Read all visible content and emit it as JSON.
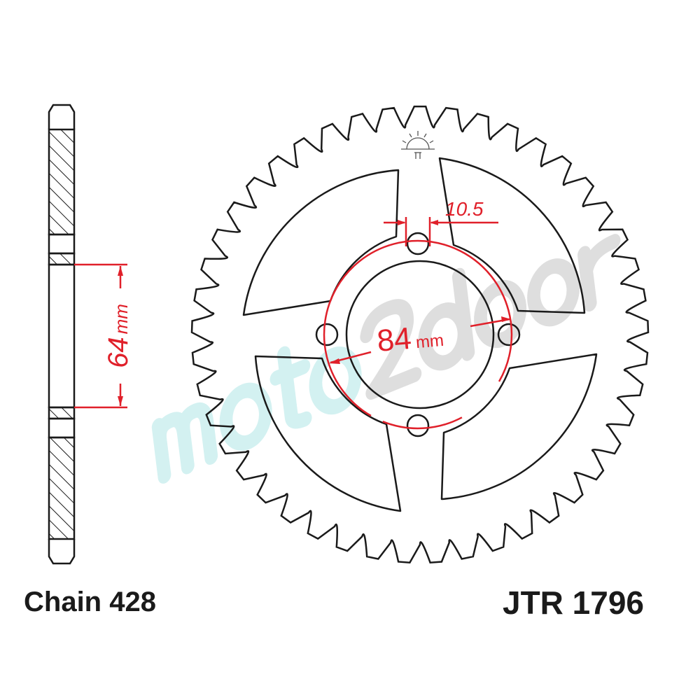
{
  "labels": {
    "chain": "Chain 428",
    "part_number": "JTR 1796"
  },
  "dimensions": {
    "bore_value": "64",
    "bore_unit": "mm",
    "bolt_circle_value": "84",
    "bolt_circle_unit": "mm",
    "bolt_hole": "10.5"
  },
  "watermark": "moto2door",
  "colors": {
    "outline": "#1a1a1a",
    "dimension": "#e0202a",
    "watermark_cyan": "#c9eeee",
    "watermark_gray": "#d6d6d6"
  },
  "sprocket": {
    "bolt_holes": 4,
    "windows": 4
  }
}
